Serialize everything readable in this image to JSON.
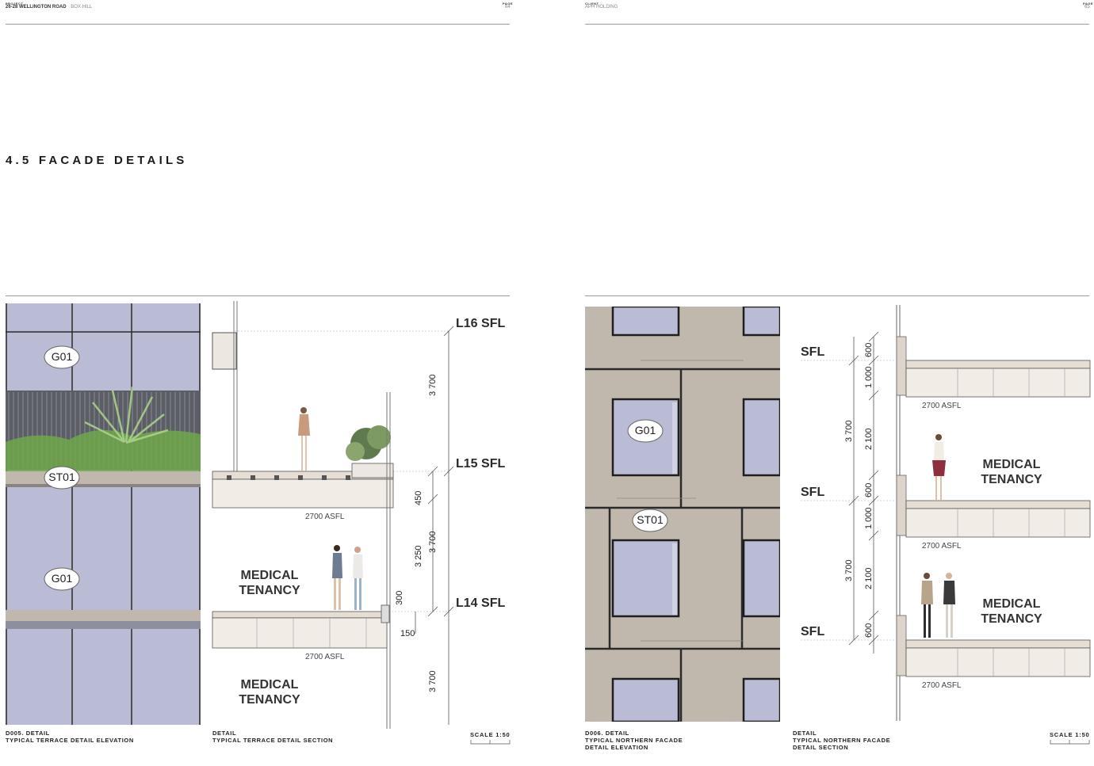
{
  "left_page": {
    "project_label": "PROJECT",
    "project_name": "26-28 WELLINGTON ROAD",
    "project_suburb": "BOX HILL",
    "page_label": "PAGE",
    "page_number": "64",
    "section_title": "4.5 FACADE DETAILS",
    "elevation": {
      "tags": [
        "G01",
        "ST01",
        "G01"
      ],
      "caption_line1": "D005. DETAIL",
      "caption_line2": "TYPICAL TERRACE DETAIL ELEVATION"
    },
    "section": {
      "levels": [
        "L16 SFL",
        "L15 SFL",
        "L14 SFL"
      ],
      "dims": [
        "3 700",
        "450",
        "3 250",
        "3 700",
        "300",
        "150",
        "3 700"
      ],
      "asfl": [
        "2700 ASFL",
        "2700 ASFL"
      ],
      "medical": [
        "MEDICAL",
        "TENANCY"
      ],
      "caption_line1": "DETAIL",
      "caption_line2": "TYPICAL TERRACE DETAIL SECTION"
    },
    "scale_label": "SCALE 1:50"
  },
  "right_page": {
    "client_label": "CLIENT",
    "client_name": "APH HOLDING",
    "page_label": "PAGE",
    "page_number": "65",
    "elevation": {
      "tags": [
        "G01",
        "ST01"
      ],
      "caption_line1": "D006. DETAIL",
      "caption_line2": "TYPICAL NORTHERN FACADE",
      "caption_line3": "DETAIL ELEVATION"
    },
    "section": {
      "levels": [
        "SFL",
        "SFL",
        "SFL"
      ],
      "dims": [
        "600",
        "1 000",
        "2 100",
        "600",
        "1 000",
        "2 100",
        "600",
        "3 700",
        "3 700"
      ],
      "asfl": [
        "2700 ASFL",
        "2700 ASFL",
        "2700 ASFL"
      ],
      "medical": [
        "MEDICAL",
        "TENANCY"
      ],
      "caption_line1": "DETAIL",
      "caption_line2": "TYPICAL NORTHERN FACADE",
      "caption_line3": "DETAIL SECTION"
    },
    "scale_label": "SCALE 1:50"
  },
  "colors": {
    "glass": "#b9bcd4",
    "stone": "#c1b8ad",
    "planting": "#6ea84a",
    "slab": "#f2ece6"
  }
}
